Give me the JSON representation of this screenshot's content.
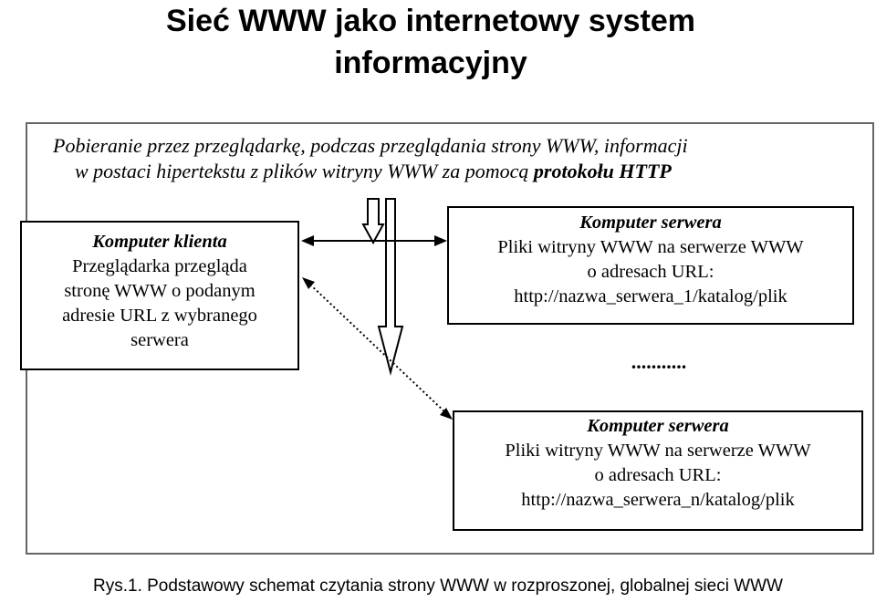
{
  "title": {
    "line1": "Sieć WWW jako internetowy system",
    "line2": "informacyjny"
  },
  "intro": {
    "line1": "Pobieranie przez przeglądarkę,  podczas przeglądania strony WWW, informacji",
    "line2_plain": "w postaci hipertekstu z plików witryny WWW za pomocą ",
    "line2_bold": "protokołu HTTP"
  },
  "client": {
    "header": "Komputer  klienta",
    "lines": [
      "Przeglądarka przegląda",
      "stronę WWW o podanym",
      "adresie URL z wybranego",
      "serwera"
    ]
  },
  "server1": {
    "header": "Komputer serwera",
    "lines": [
      "Pliki witryny WWW na serwerze WWW",
      "o adresach URL:",
      "http://nazwa_serwera_1/katalog/plik"
    ]
  },
  "ellipsis": "...........",
  "server2": {
    "header": "Komputer serwera",
    "lines": [
      "Pliki witryny WWW na serwerze WWW",
      "o adresach URL:",
      "http://nazwa_serwera_n/katalog/plik"
    ]
  },
  "caption": "Rys.1. Podstawowy schemat czytania strony WWW w rozproszonej, globalnej sieci WWW"
}
